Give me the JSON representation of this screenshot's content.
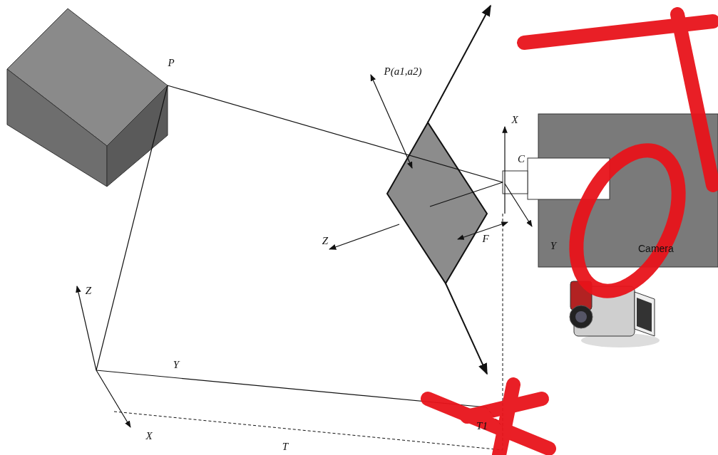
{
  "diagram": {
    "nodes": [
      {
        "text": [
          "Camera"
        ]
      }
    ],
    "labels": [
      "P",
      "P(a1,a2)",
      "X",
      "C",
      "Z",
      "F",
      "Y",
      "Z",
      "Y",
      "X",
      "T",
      "T1"
    ]
  }
}
